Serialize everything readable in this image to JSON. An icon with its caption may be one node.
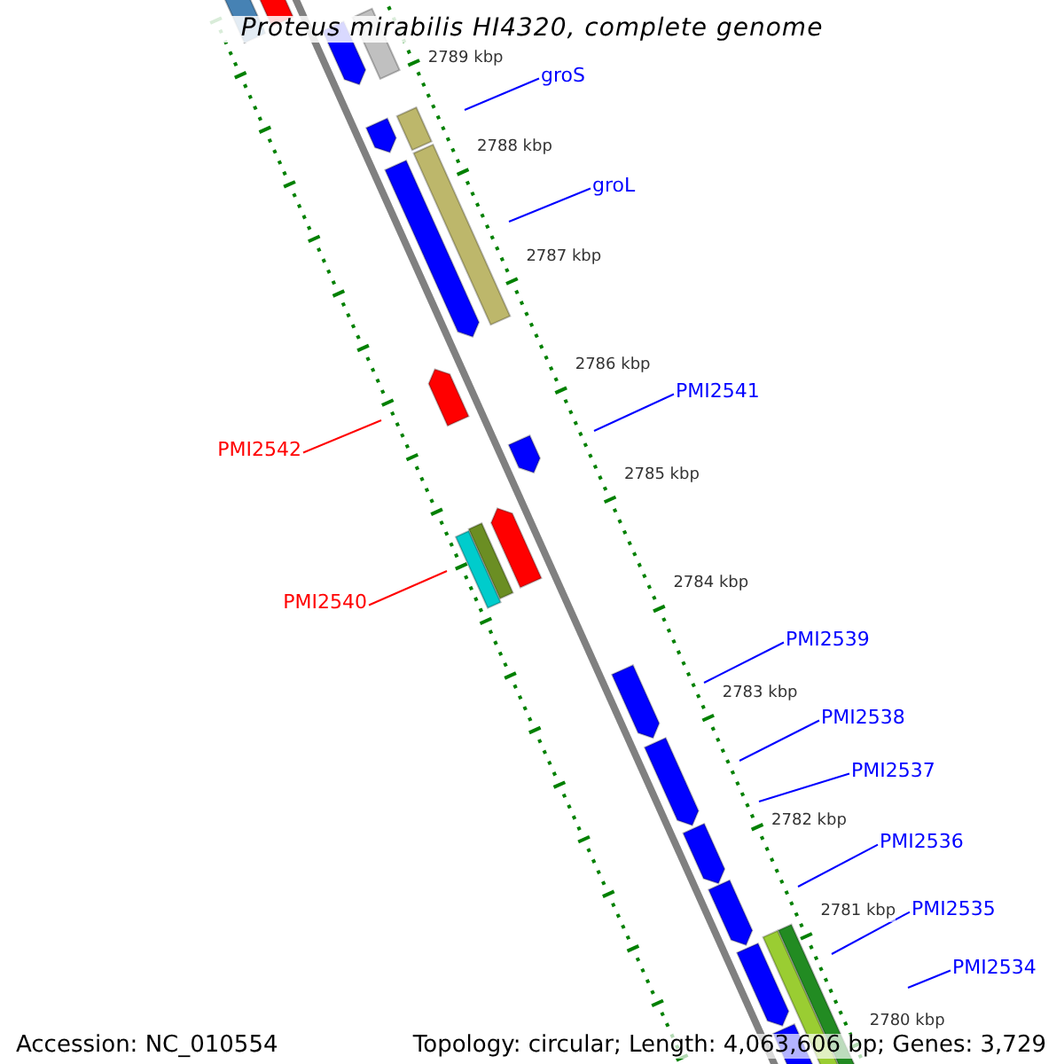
{
  "diagram": {
    "title": "Proteus mirabilis HI4320, complete genome",
    "nodes": [
      {
        "text": [
          "groS"
        ]
      },
      {
        "text": [
          "groL"
        ]
      },
      {
        "text": [
          "PMI2541"
        ]
      },
      {
        "text": [
          "PMI2542"
        ]
      },
      {
        "text": [
          "PMI2540"
        ]
      },
      {
        "text": [
          "PMI2539"
        ]
      },
      {
        "text": [
          "PMI2538"
        ]
      },
      {
        "text": [
          "PMI2537"
        ]
      },
      {
        "text": [
          "PMI2536"
        ]
      },
      {
        "text": [
          "PMI2535"
        ]
      },
      {
        "text": [
          "PMI2534"
        ]
      }
    ],
    "edges": [
      {
        "from": 0,
        "to": null,
        "arrow": "none"
      },
      {
        "from": 1,
        "to": null,
        "arrow": "none"
      },
      {
        "from": 2,
        "to": null,
        "arrow": "none"
      },
      {
        "from": 3,
        "to": null,
        "arrow": "none",
        "color": "#ff0000"
      },
      {
        "from": 4,
        "to": null,
        "arrow": "none",
        "color": "#ff0000"
      },
      {
        "from": 5,
        "to": null,
        "arrow": "none"
      },
      {
        "from": 6,
        "to": null,
        "arrow": "none"
      },
      {
        "from": 7,
        "to": null,
        "arrow": "none"
      },
      {
        "from": 8,
        "to": null,
        "arrow": "none"
      },
      {
        "from": 9,
        "to": null,
        "arrow": "none"
      },
      {
        "from": 10,
        "to": null,
        "arrow": "none"
      }
    ],
    "labels": [
      "2789 kbp",
      "2788 kbp",
      "2787 kbp",
      "2786 kbp",
      "2785 kbp",
      "2784 kbp",
      "2783 kbp",
      "2782 kbp",
      "2781 kbp",
      "2780 kbp",
      "Accession: NC_010554",
      "Topology: circular; Length: 4,063,606 bp; Genes: 3,729"
    ]
  }
}
